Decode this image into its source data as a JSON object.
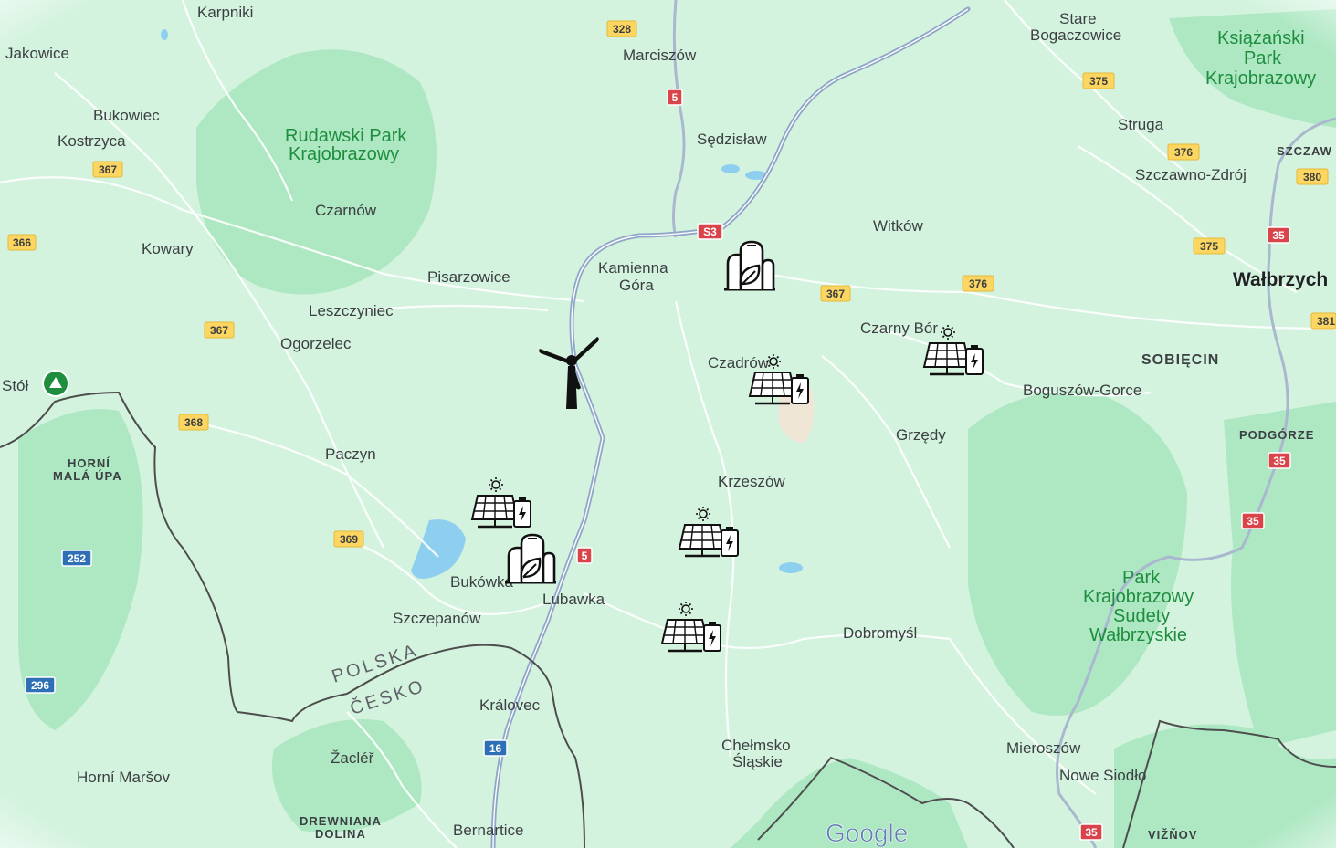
{
  "map": {
    "places": {
      "karpniki": "Karpniki",
      "jakowice": "Jakowice",
      "bukowiec": "Bukowiec",
      "kostrzyca": "Kostrzyca",
      "kowary": "Kowary",
      "czarnow": "Czarnów",
      "pisarzowice": "Pisarzowice",
      "leszczyniec": "Leszczyniec",
      "ogorzelec": "Ogorzelec",
      "paczyn": "Paczyn",
      "stol": "Stół",
      "horni_mala_upa_1": "HORNÍ",
      "horni_mala_upa_2": "MALÁ ÚPA",
      "marciszow": "Marciszów",
      "sedzislaw": "Sędzisław",
      "kamienna_gora_1": "Kamienna",
      "kamienna_gora_2": "Góra",
      "czadrow": "Czadrów",
      "witkow": "Witków",
      "czarny_bor": "Czarny Bór",
      "stare_bogaczowice_1": "Stare",
      "stare_bogaczowice_2": "Bogaczowice",
      "struga": "Struga",
      "szczawno_zdroj": "Szczawno-Zdrój",
      "walbrzych": "Wałbrzych",
      "szczawienko": "SZCZAW",
      "sobiecin": "SOBIĘCIN",
      "boguszow_gorce": "Boguszów-Gorce",
      "grzedy": "Grzędy",
      "podgorze": "PODGÓRZE",
      "krzeszow": "Krzeszów",
      "bukowka": "Bukówka",
      "lubawka": "Lubawka",
      "szczepanow": "Szczepanów",
      "dobromysl": "Dobromyśl",
      "kralovec": "Královec",
      "zacler": "Žacléř",
      "horni_marsov": "Horní Maršov",
      "drewniana_dolina_1": "DREWNIANA",
      "drewniana_dolina_2": "DOLINA",
      "bernartice": "Bernartice",
      "chelmsko_1": "Chełmsko",
      "chelmsko_2": "Śląskie",
      "mieroszow": "Mieroszów",
      "nowe_siodlo": "Nowe Siodło",
      "vizhov": "VIŽŇOV"
    },
    "parks": {
      "rudawski_1": "Rudawski Park",
      "rudawski_2": "Krajobrazowy",
      "ksiazanski_1": "Książański",
      "ksiazanski_2": "Park",
      "ksiazanski_3": "Krajobrazowy",
      "sudety_1": "Park",
      "sudety_2": "Krajobrazowy",
      "sudety_3": "Sudety",
      "sudety_4": "Wałbrzyskie"
    },
    "border": {
      "polska": "POLSKA",
      "cesko": "ČESKO"
    },
    "roads": {
      "r328": "328",
      "r5a": "5",
      "r5b": "5",
      "s3": "S3",
      "r367a": "367",
      "r367b": "367",
      "r367c": "367",
      "r366": "366",
      "r368": "368",
      "r369": "369",
      "r252": "252",
      "r296": "296",
      "r16": "16",
      "r375a": "375",
      "r375b": "375",
      "r376a": "376",
      "r376b": "376",
      "r380": "380",
      "r381": "381",
      "r35a": "35",
      "r35b": "35",
      "r35c": "35",
      "r35d": "35"
    },
    "attribution": "Google"
  },
  "markers": {
    "wind_turbine": "wind-turbine-icon",
    "biogas_plant": "biogas-plant-icon",
    "solar_battery": "solar-battery-icon"
  },
  "colors": {
    "land": "#d4f3df",
    "forest": "#aee8c3",
    "water": "#8ecff0",
    "highway": "#8fa6c8",
    "border": "#4d4d4d"
  }
}
